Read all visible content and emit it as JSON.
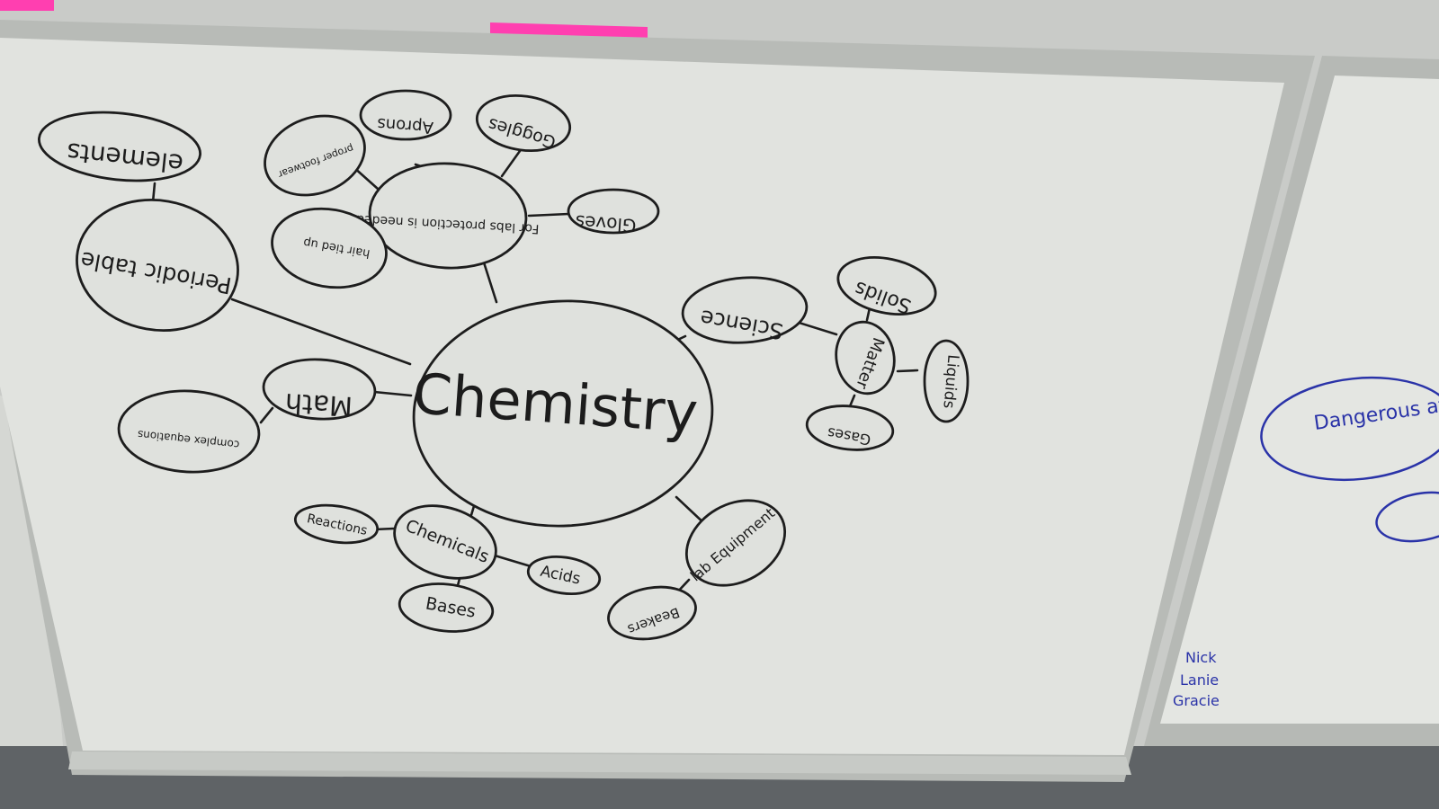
{
  "mindmap": {
    "center": "Chemistry",
    "nodes": {
      "periodic_table": "Periodic table",
      "elements": "elements",
      "for_labs": "For labs protection is needed",
      "aprons": "Aprons",
      "goggles": "Goggles",
      "gloves": "Gloves",
      "proper_footwear": "proper footwear",
      "hair_tied_up": "hair tied up",
      "math": "Math",
      "complex_equations": "complex equations",
      "science": "Science",
      "matter": "Matter",
      "solids": "Solids",
      "liquids": "Liquids",
      "gases": "Gases",
      "chemicals": "Chemicals",
      "reactions": "Reactions",
      "acids": "Acids",
      "bases": "Bases",
      "lab_equipment": "lab Equipment",
      "beakers": "Beakers"
    }
  },
  "right_board": {
    "bubble": "Dangerous at times",
    "names": [
      "Nick",
      "Lanie",
      "Gracie"
    ]
  },
  "colors": {
    "board": "#e1e3df",
    "frame": "#b9bcb8",
    "marker_black": "#1d1d1d",
    "marker_blue": "#2a33a8",
    "sticky_pink": "#ff3fb0",
    "floor": "#5f6366"
  }
}
